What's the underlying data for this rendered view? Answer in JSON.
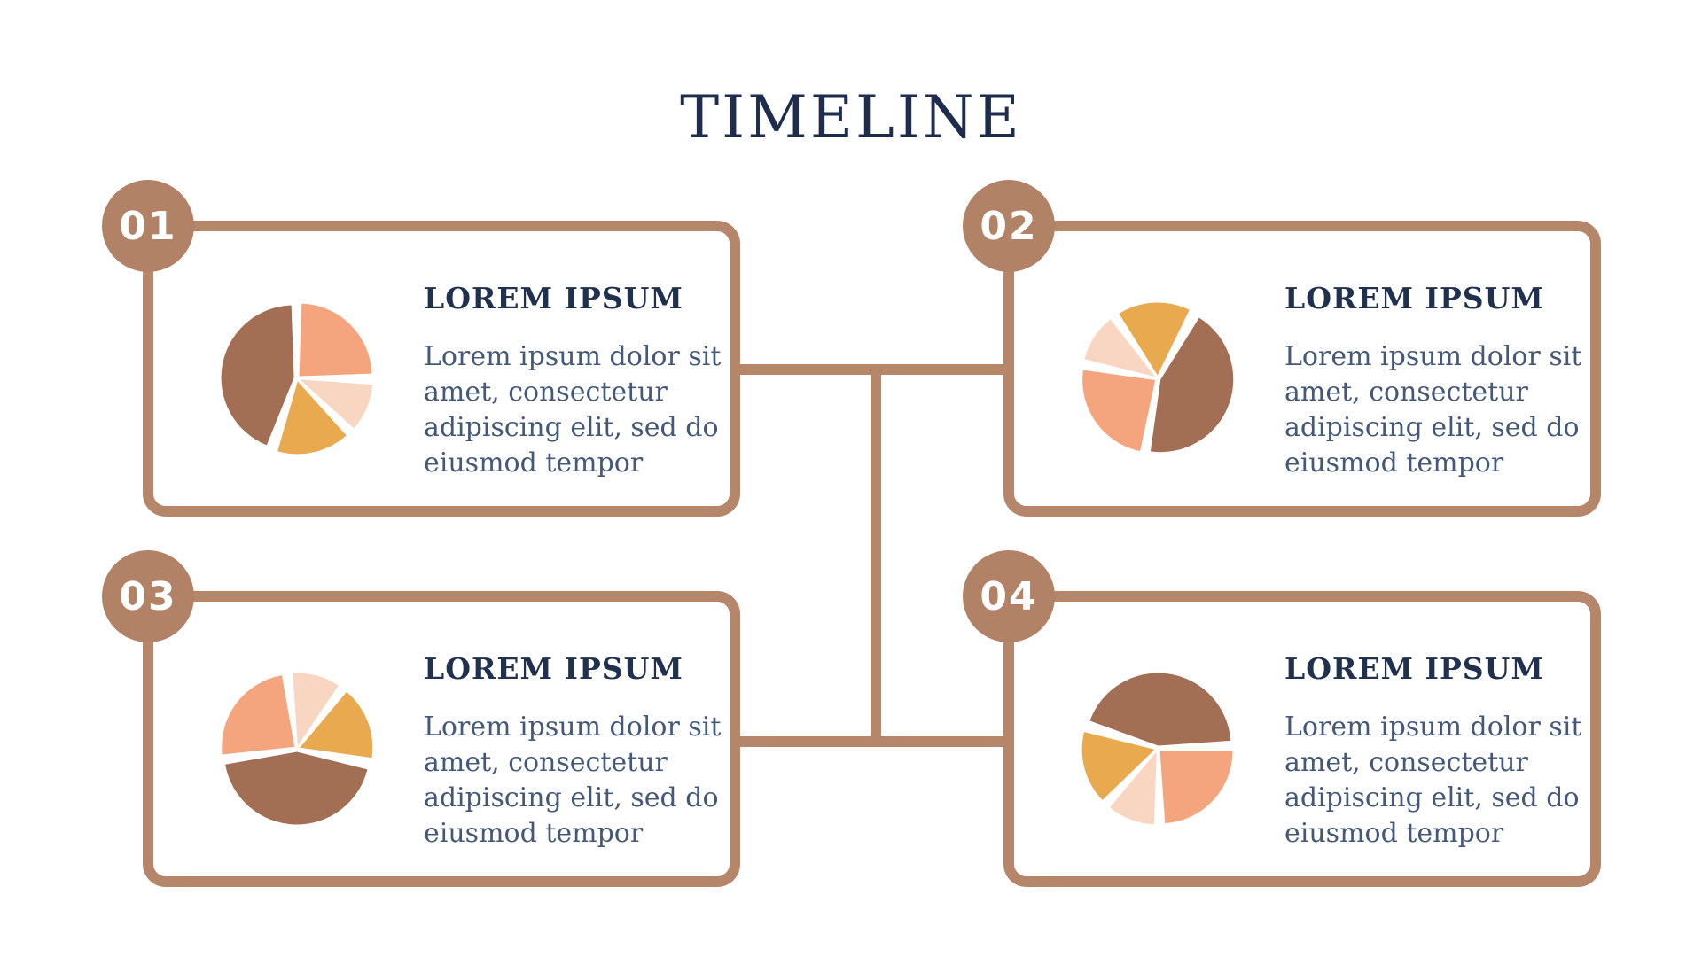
{
  "title": "TIMELINE",
  "colors": {
    "accent_line": "#b5866a",
    "badge_fill": "#b18266",
    "badge_number": "#ffffff",
    "title_text": "#1e2c4d",
    "heading_text": "#20304f",
    "body_text": "#44587a"
  },
  "pie": {
    "slices": [
      {
        "name": "salmon-slice",
        "color": "#f4a57e",
        "start": 2,
        "end": 88
      },
      {
        "name": "light-pink-slice",
        "color": "#f8d6c1",
        "start": 94,
        "end": 132
      },
      {
        "name": "golden-slice",
        "color": "#e9a94e",
        "start": 138,
        "end": 196
      },
      {
        "name": "brown-slice",
        "color": "#a26f55",
        "start": 202,
        "end": 358
      }
    ]
  },
  "cards": [
    {
      "number": "01",
      "heading": "LOREM IPSUM",
      "body": "Lorem ipsum dolor sit\namet, consectetur\nadipiscing elit, sed do\neiusmod tempor",
      "pie_rotation": 0
    },
    {
      "number": "02",
      "heading": "LOREM IPSUM",
      "body": "Lorem ipsum dolor sit\namet, consectetur\nadipiscing elit, sed do\neiusmod tempor",
      "pie_rotation": 190
    },
    {
      "number": "03",
      "heading": "LOREM IPSUM",
      "body": "Lorem ipsum dolor sit\namet, consectetur\nadipiscing elit, sed do\neiusmod tempor",
      "pie_rotation": 262
    },
    {
      "number": "04",
      "heading": "LOREM IPSUM",
      "body": "Lorem ipsum dolor sit\namet, consectetur\nadipiscing elit, sed do\neiusmod tempor",
      "pie_rotation": 88
    }
  ]
}
